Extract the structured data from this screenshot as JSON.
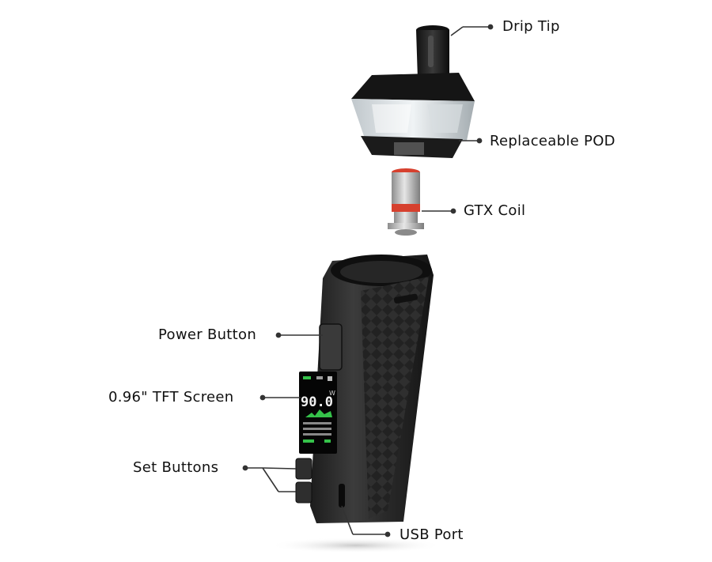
{
  "labels": {
    "drip_tip": "Drip Tip",
    "replaceable_pod": "Replaceable POD",
    "gtx_coil": "GTX Coil",
    "power_button": "Power Button",
    "tft_screen": "0.96\" TFT Screen",
    "set_buttons": "Set Buttons",
    "usb_port": "USB Port"
  },
  "screen": {
    "value": "90.0",
    "unit": "W"
  },
  "colors": {
    "device_body": "#2b2b2b",
    "pod_tint": "#cfd6da",
    "coil_ring": "#d6402e",
    "screen_accent": "#35c24a",
    "leader_line": "#333333"
  }
}
